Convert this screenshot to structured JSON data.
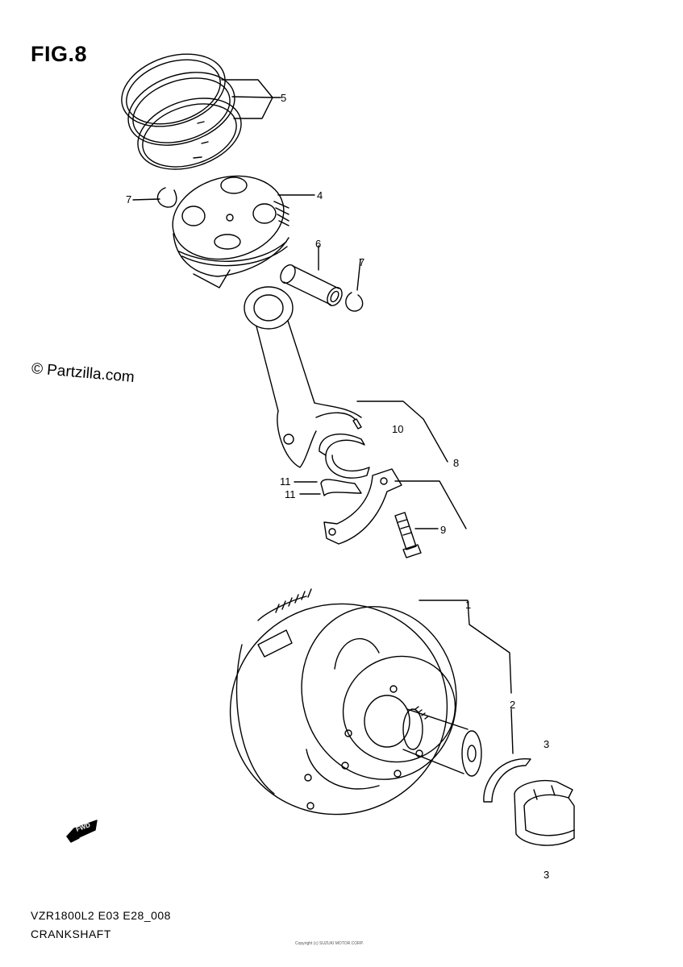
{
  "figure": {
    "title": "FIG.8"
  },
  "watermark": "© Partzilla.com",
  "callouts": {
    "c1": "1",
    "c2": "2",
    "c3a": "3",
    "c3b": "3",
    "c4": "4",
    "c5": "5",
    "c6": "6",
    "c7a": "7",
    "c7b": "7",
    "c8": "8",
    "c9": "9",
    "c10": "10",
    "c11a": "11",
    "c11b": "11"
  },
  "footer": {
    "model_code": "VZR1800L2 E03 E28_008",
    "section": "CRANKSHAFT"
  },
  "fwd_label": "FWD",
  "copyright": "Copyright (c) SUZUKI MOTOR CORP."
}
